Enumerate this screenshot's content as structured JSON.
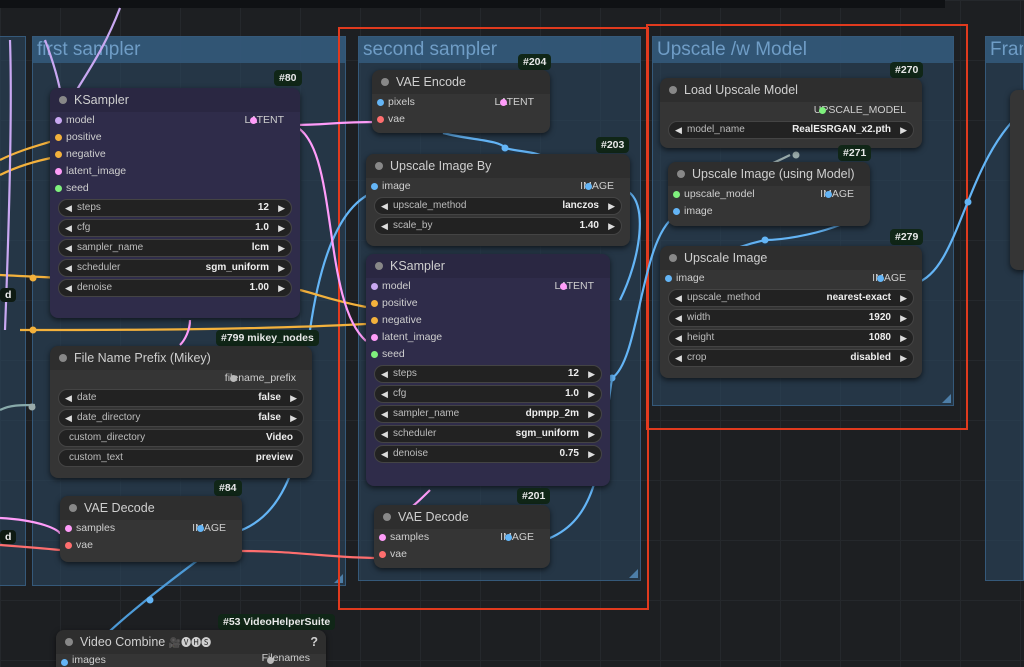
{
  "groups": {
    "first_sampler": "first sampler",
    "second_sampler": "second sampler",
    "upscale_model": "Upscale /w Model",
    "frame_partial": "Fram"
  },
  "side_labels": {
    "left_d1": "d",
    "left_d2": "d"
  },
  "nodes": {
    "ks1": {
      "id": "#80",
      "title": "KSampler",
      "inputs": [
        "model",
        "positive",
        "negative",
        "latent_image",
        "seed"
      ],
      "output": "LATENT",
      "widgets": [
        {
          "name": "steps",
          "value": "12"
        },
        {
          "name": "cfg",
          "value": "1.0"
        },
        {
          "name": "sampler_name",
          "value": "lcm"
        },
        {
          "name": "scheduler",
          "value": "sgm_uniform"
        },
        {
          "name": "denoise",
          "value": "1.00"
        }
      ]
    },
    "fnp": {
      "id": "#799 mikey_nodes",
      "title": "File Name Prefix (Mikey)",
      "output": "filename_prefix",
      "widgets": [
        {
          "name": "date",
          "value": "false"
        },
        {
          "name": "date_directory",
          "value": "false"
        },
        {
          "name": "custom_directory",
          "value": "Video"
        },
        {
          "name": "custom_text",
          "value": "preview"
        }
      ]
    },
    "vaed1": {
      "id": "#84",
      "title": "VAE Decode",
      "inputs": [
        "samples",
        "vae"
      ],
      "output": "IMAGE"
    },
    "vc": {
      "id": "#53 VideoHelperSuite",
      "title": "Video Combine",
      "emoji": "🎥🅥🅗🅢",
      "help": "?",
      "input": "images",
      "output": "Filenames"
    },
    "vaee": {
      "id": "#204",
      "title": "VAE Encode",
      "inputs": [
        "pixels",
        "vae"
      ],
      "output": "LATENT"
    },
    "uib": {
      "id": "#203",
      "title": "Upscale Image By",
      "inputs": [
        "image"
      ],
      "output": "IMAGE",
      "widgets": [
        {
          "name": "upscale_method",
          "value": "lanczos"
        },
        {
          "name": "scale_by",
          "value": "1.40"
        }
      ]
    },
    "ks2": {
      "title": "KSampler",
      "inputs": [
        "model",
        "positive",
        "negative",
        "latent_image",
        "seed"
      ],
      "output": "LATENT",
      "widgets": [
        {
          "name": "steps",
          "value": "12"
        },
        {
          "name": "cfg",
          "value": "1.0"
        },
        {
          "name": "sampler_name",
          "value": "dpmpp_2m"
        },
        {
          "name": "scheduler",
          "value": "sgm_uniform"
        },
        {
          "name": "denoise",
          "value": "0.75"
        }
      ]
    },
    "vaed2": {
      "id": "#201",
      "title": "VAE Decode",
      "inputs": [
        "samples",
        "vae"
      ],
      "output": "IMAGE"
    },
    "lum": {
      "id": "#270",
      "title": "Load Upscale Model",
      "output": "UPSCALE_MODEL",
      "widgets": [
        {
          "name": "model_name",
          "value": "RealESRGAN_x2.pth"
        }
      ]
    },
    "uiwm": {
      "id": "#271",
      "title": "Upscale Image (using Model)",
      "inputs": [
        "upscale_model",
        "image"
      ],
      "output": "IMAGE"
    },
    "ui": {
      "id": "#279",
      "title": "Upscale Image",
      "inputs": [
        "image"
      ],
      "output": "IMAGE",
      "widgets": [
        {
          "name": "upscale_method",
          "value": "nearest-exact"
        },
        {
          "name": "width",
          "value": "1920"
        },
        {
          "name": "height",
          "value": "1080"
        },
        {
          "name": "crop",
          "value": "disabled"
        }
      ]
    }
  },
  "colors": {
    "accent_red": "#e13a1e",
    "group_blue": "#2c4964",
    "node_purple": "#2f2c4a",
    "wire_pink": "#ff9cf9",
    "wire_orange": "#f3b13c",
    "wire_blue": "#64b5f6",
    "wire_red": "#ff6e6e"
  }
}
